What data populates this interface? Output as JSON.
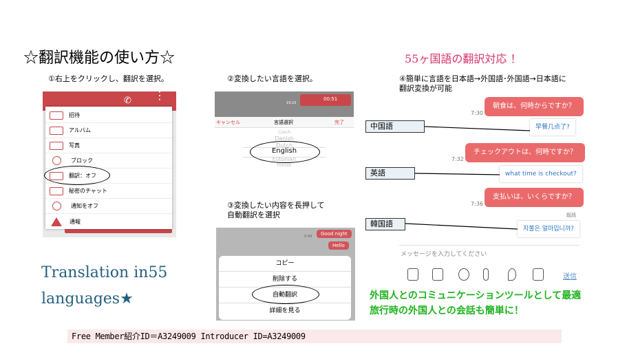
{
  "title": "☆翻訳機能の使い方☆",
  "subtitle": "55ヶ国語の翻訳対応 ！",
  "steps": {
    "s1": "①右上をクリックし、翻訳を選択。",
    "s2": "②変換したい言語を選択。",
    "s3_l1": "③変換したい内容を長押して",
    "s3_l2": "自動翻訳を選択",
    "s4_l1": "④簡単に言語を日本語→外国語･外国語→日本語に",
    "s4_l2": "翻訳変換が可能"
  },
  "menu": {
    "items": [
      "招待",
      "アルバム",
      "写真",
      "ブロック",
      "翻訳：オフ",
      "秘密のチャット",
      "通知をオフ",
      "通報"
    ],
    "icons": [
      "invite-icon",
      "album-icon",
      "photo-icon",
      "block-icon",
      "translate-icon",
      "secret-chat-icon",
      "bell-icon",
      "report-icon"
    ]
  },
  "picker": {
    "cancel": "キャンセル",
    "title": "言語選択",
    "done": "完了",
    "header_time": "00:51",
    "header_time2": "19:10",
    "languages": [
      "Czech",
      "Danish",
      "Dutch",
      "English",
      "Estonian",
      "Finnish"
    ],
    "selected": "English"
  },
  "context": {
    "bubble1": "Good night",
    "bubble2": "Hello",
    "time": "0:49",
    "items": [
      "コピー",
      "削除する",
      "自動翻訳",
      "詳細を見る"
    ]
  },
  "chat": {
    "messages": [
      {
        "time": "7:30",
        "text": "朝食は、何時からですか？",
        "translation": "早餐几点了?",
        "label": "中国語"
      },
      {
        "time": "7:32",
        "text": "チェックアウトは、何時ですか？",
        "translation": "what time is checkout?",
        "label": "英語"
      },
      {
        "time": "7:36",
        "text": "支払いは、いくらですか？",
        "translation": "지불은 얼마입니까?",
        "label": "韓国語",
        "status": "既読"
      }
    ],
    "input_placeholder": "メッセージを入力してください",
    "send": "送信"
  },
  "english_text_l1": "Translation in55",
  "english_text_l2": "languages★",
  "green_l1": "外国人とのコミュニケーションツールとして最適",
  "green_l2": "旅行時の外国人との会話も簡単に！",
  "footer": "Free Member紹介ID＝A3249009    Introducer ID=A3249009",
  "colors": {
    "accent": "#c9474a",
    "pink": "#d6336c",
    "green": "#1eb31e",
    "blue": "#27607f"
  }
}
